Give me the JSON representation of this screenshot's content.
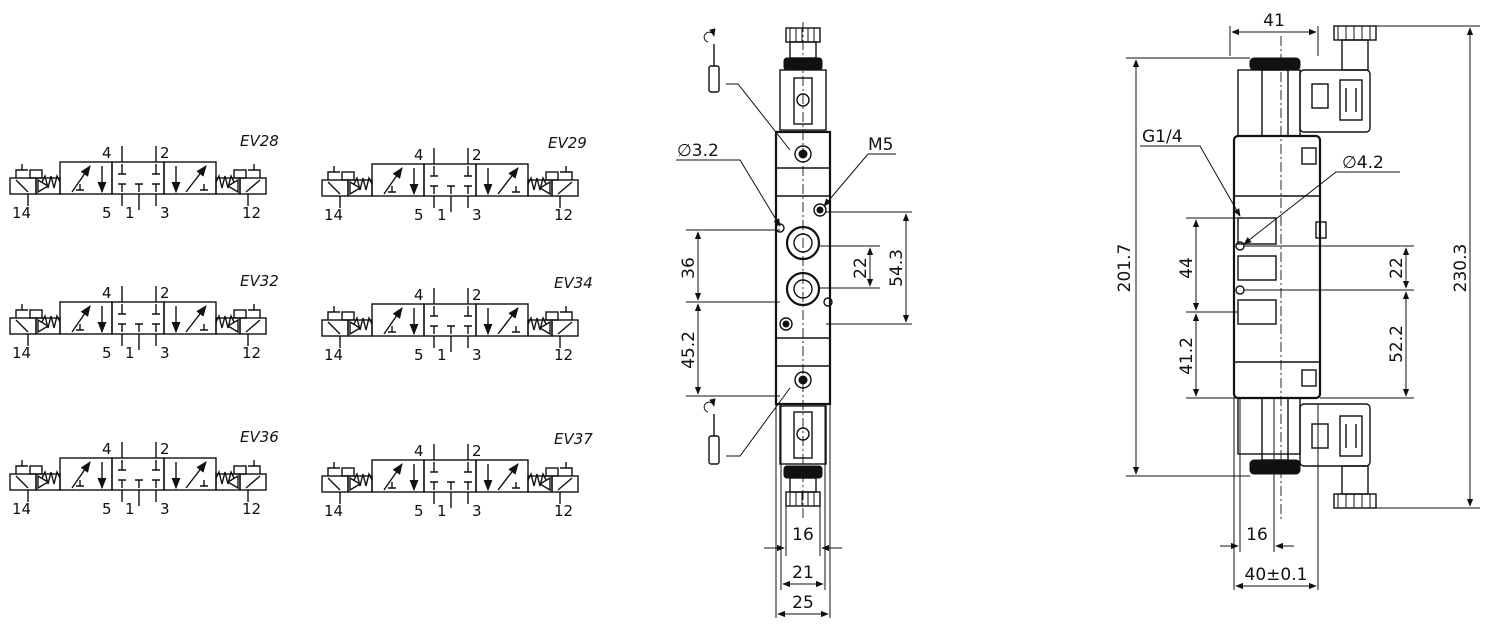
{
  "symbols": [
    {
      "id": "EV28",
      "title": "EV28",
      "port_left": "14",
      "port_right": "12",
      "port_4": "4",
      "port_2": "2",
      "port_5": "5",
      "port_1": "1",
      "port_3": "3"
    },
    {
      "id": "EV29",
      "title": "EV29",
      "port_left": "14",
      "port_right": "12",
      "port_4": "4",
      "port_2": "2",
      "port_5": "5",
      "port_1": "1",
      "port_3": "3"
    },
    {
      "id": "EV32",
      "title": "EV32",
      "port_left": "14",
      "port_right": "12",
      "port_4": "4",
      "port_2": "2",
      "port_5": "5",
      "port_1": "1",
      "port_3": "3"
    },
    {
      "id": "EV34",
      "title": "EV34",
      "port_left": "14",
      "port_right": "12",
      "port_4": "4",
      "port_2": "2",
      "port_5": "5",
      "port_1": "1",
      "port_3": "3"
    },
    {
      "id": "EV36",
      "title": "EV36",
      "port_left": "14",
      "port_right": "12",
      "port_4": "4",
      "port_2": "2",
      "port_5": "5",
      "port_1": "1",
      "port_3": "3"
    },
    {
      "id": "EV37",
      "title": "EV37",
      "port_left": "14",
      "port_right": "12",
      "port_4": "4",
      "port_2": "2",
      "port_5": "5",
      "port_1": "1",
      "port_3": "3"
    }
  ],
  "front_view": {
    "hole_diameter": "∅3.2",
    "thread": "M5",
    "dim_36": "36",
    "dim_45_2": "45.2",
    "dim_22": "22",
    "dim_54_3": "54.3",
    "dim_16": "16",
    "dim_21": "21",
    "dim_25": "25"
  },
  "side_view": {
    "dim_41": "41",
    "port_thread": "G1/4",
    "hole_diameter": "∅4.2",
    "dim_201_7": "201.7",
    "dim_44": "44",
    "dim_41_2": "41.2",
    "dim_22": "22",
    "dim_52_2": "52.2",
    "dim_230_3": "230.3",
    "dim_16": "16",
    "dim_40": "40±0.1"
  }
}
